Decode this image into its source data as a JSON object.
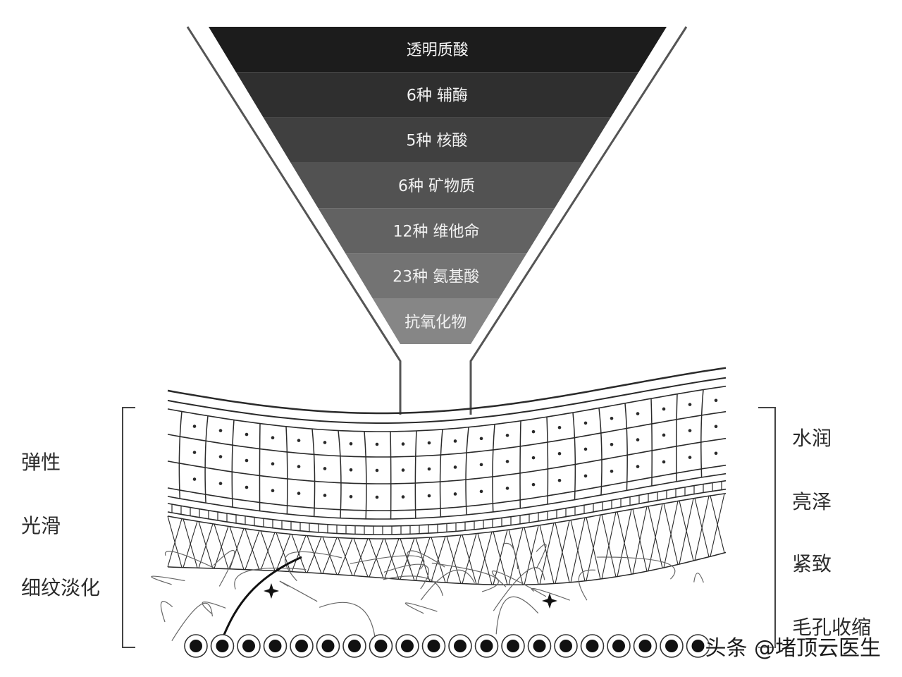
{
  "funnel": {
    "layers": [
      {
        "label": "透明质酸",
        "fill": "#1c1c1c",
        "text_color": "#f2f2f2"
      },
      {
        "label": "6种 辅酶",
        "fill": "#2f2f2f",
        "text_color": "#f2f2f2"
      },
      {
        "label": "5种 核酸",
        "fill": "#404040",
        "text_color": "#f2f2f2"
      },
      {
        "label": "6种 矿物质",
        "fill": "#525252",
        "text_color": "#f2f2f2"
      },
      {
        "label": "12种 维他命",
        "fill": "#626262",
        "text_color": "#f2f2f2"
      },
      {
        "label": "23种 氨基酸",
        "fill": "#737373",
        "text_color": "#f2f2f2"
      },
      {
        "label": "抗氧化物",
        "fill": "#868686",
        "text_color": "#f2f2f2"
      }
    ]
  },
  "left_labels": {
    "elasticity": "弹性",
    "smooth": "光滑",
    "fine_lines": "细纹淡化"
  },
  "right_labels": {
    "moist": "水润",
    "glow": "亮泽",
    "firm": "紧致",
    "pores": "毛孔收缩"
  },
  "watermark": "头条 @堵顶云医生",
  "colors": {
    "line": "#2a2a2a",
    "outline": "#555555"
  }
}
